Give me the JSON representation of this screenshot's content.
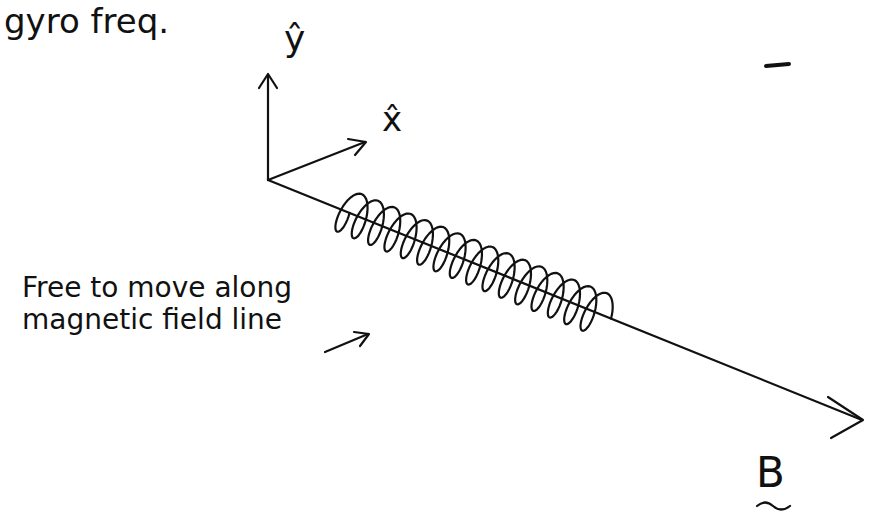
{
  "diagram": {
    "labels": [
      "gyro freq.",
      "ŷ",
      "x̂",
      "Free to move along magnetic field line",
      "B"
    ]
  }
}
